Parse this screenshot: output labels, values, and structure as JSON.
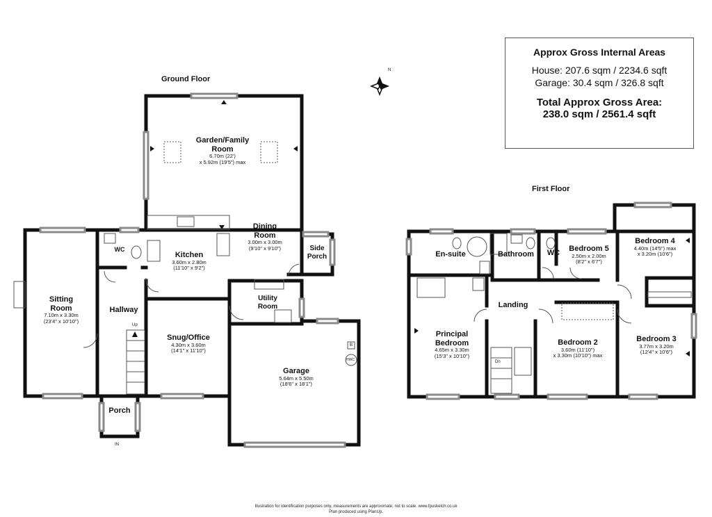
{
  "floors": {
    "ground": "Ground Floor",
    "first": "First Floor"
  },
  "areas": {
    "heading": "Approx Gross Internal Areas",
    "house": "House: 207.6 sqm / 2234.6 sqft",
    "garage": "Garage: 30.4 sqm / 326.8 sqft",
    "total_heading": "Total Approx Gross Area:",
    "total": "238.0 sqm / 2561.4 sqft"
  },
  "rooms": {
    "garden_family": {
      "name1": "Garden/Family",
      "name2": "Room",
      "dim1": "6.70m (22')",
      "dim2": "x 5.92m (19'5\") max"
    },
    "dining": {
      "name1": "Dining",
      "name2": "Room",
      "dim1": "3.00m x 3.00m",
      "dim2": "(9'10\" x 9'10\")"
    },
    "kitchen": {
      "name": "Kitchen",
      "dim1": "3.60m x 2.80m",
      "dim2": "(11'10\" x 9'2\")"
    },
    "side_porch": {
      "name1": "Side",
      "name2": "Porch"
    },
    "sitting": {
      "name1": "Sitting",
      "name2": "Room",
      "dim1": "7.10m x 3.30m",
      "dim2": "(23'4\" x 10'10\")"
    },
    "wc_ground": {
      "name": "WC"
    },
    "hallway": {
      "name": "Hallway"
    },
    "utility": {
      "name1": "Utility",
      "name2": "Room"
    },
    "snug": {
      "name": "Snug/Office",
      "dim1": "4.30m x 3.60m",
      "dim2": "(14'1\" x 11'10\")"
    },
    "garage": {
      "name": "Garage",
      "dim1": "5.64m x 5.50m",
      "dim2": "(18'6\" x 18'1\")"
    },
    "porch": {
      "name": "Porch"
    },
    "ensuite": {
      "name": "En-suite"
    },
    "bathroom": {
      "name": "Bathroom"
    },
    "wc_first": {
      "name": "WC"
    },
    "bedroom5": {
      "name": "Bedroom 5",
      "dim1": "2.50m x 2.00m",
      "dim2": "(8'2\" x 6'7\")"
    },
    "bedroom4": {
      "name": "Bedroom 4",
      "dim1": "4.40m (14'5\") max",
      "dim2": "x 3.20m (10'6\")"
    },
    "landing": {
      "name": "Landing"
    },
    "principal": {
      "name1": "Principal",
      "name2": "Bedroom",
      "dim1": "4.65m x 3.30m",
      "dim2": "(15'3\" x 10'10\")"
    },
    "bedroom2": {
      "name": "Bedroom 2",
      "dim1": "3.60m (11'10\")",
      "dim2": "x 3.30m (10'10\") max"
    },
    "bedroom3": {
      "name": "Bedroom 3",
      "dim1": "3.77m x 3.20m",
      "dim2": "(12'4\" x 10'6\")"
    }
  },
  "markers": {
    "up": "Up",
    "dn": "Dn",
    "in": "IN",
    "hwc": "HWC",
    "b": "B",
    "compass": "N"
  },
  "footer": {
    "line1": "Illustration for identification purposes only, measurements are approximate, not to scale. www.fpusketch.co.uk",
    "line2": "Plan produced using PlanUp."
  },
  "colors": {
    "wall": "#111111",
    "window": "#8a8a8a",
    "fixture": "#555555"
  }
}
